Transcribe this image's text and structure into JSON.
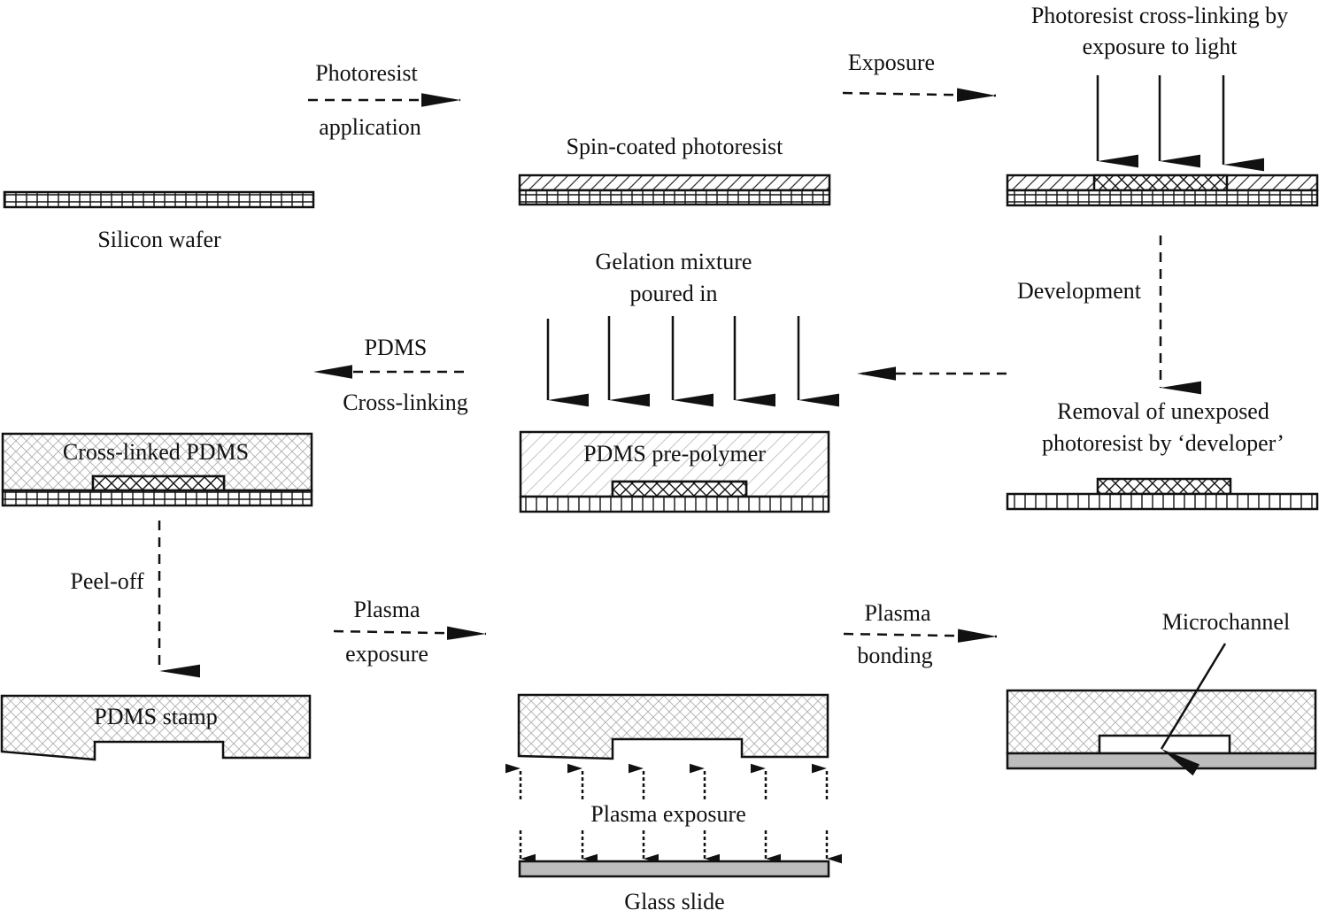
{
  "labels": {
    "silicon_wafer": "Silicon wafer",
    "photoresist_application_1": "Photoresist",
    "photoresist_application_2": "application",
    "spin_coated": "Spin-coated photoresist",
    "exposure": "Exposure",
    "crosslinking_light_1": "Photoresist cross-linking by",
    "crosslinking_light_2": "exposure to light",
    "development": "Development",
    "removal_1": "Removal of unexposed",
    "removal_2": "photoresist by ‘developer’",
    "gelation_1": "Gelation mixture",
    "gelation_2": "poured in",
    "pdms_prepolymer": "PDMS pre-polymer",
    "pdms_crosslinking_1": "PDMS",
    "pdms_crosslinking_2": "Cross-linking",
    "crosslinked_pdms": "Cross-linked PDMS",
    "peel_off": "Peel-off",
    "pdms_stamp": "PDMS stamp",
    "plasma_exposure_step_1": "Plasma",
    "plasma_exposure_step_2": "exposure",
    "plasma_exposure_mid": "Plasma exposure",
    "glass_slide": "Glass slide",
    "plasma_bonding_1": "Plasma",
    "plasma_bonding_2": "bonding",
    "microchannel": "Microchannel"
  },
  "colors": {
    "stroke": "#111111",
    "glass": "#bcbcbc",
    "hatch": "#555555",
    "pdms_mesh": "#9a9a9a"
  }
}
